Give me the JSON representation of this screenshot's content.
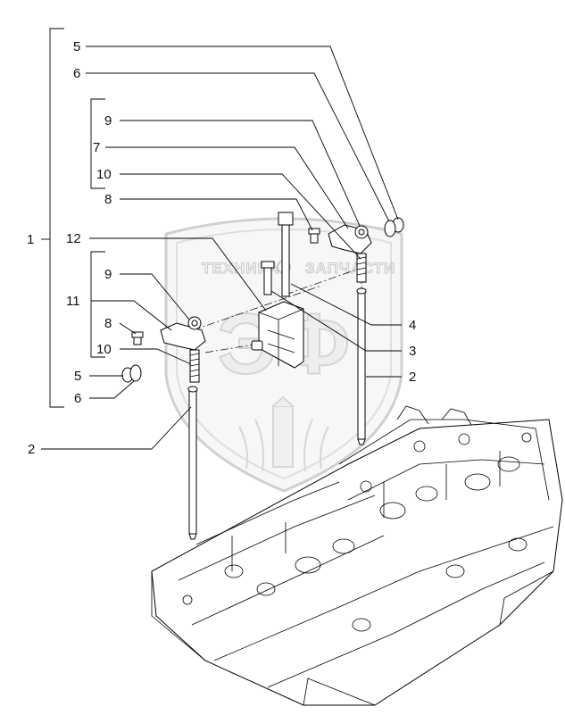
{
  "watermark": {
    "line1": "ТЕХНИКА",
    "line2": "ЗАПЧАСТИ",
    "monogram": "ЭФ"
  },
  "callouts": [
    {
      "id": "c-1-assembly",
      "text": "1"
    },
    {
      "id": "c-5-top",
      "text": "5"
    },
    {
      "id": "c-6-top",
      "text": "6"
    },
    {
      "id": "c-9-top",
      "text": "9"
    },
    {
      "id": "c-7-top",
      "text": "7"
    },
    {
      "id": "c-10-top",
      "text": "10"
    },
    {
      "id": "c-8-top",
      "text": "8"
    },
    {
      "id": "c-12",
      "text": "12"
    },
    {
      "id": "c-9-mid",
      "text": "9"
    },
    {
      "id": "c-11",
      "text": "11"
    },
    {
      "id": "c-8-mid",
      "text": "8"
    },
    {
      "id": "c-10-mid",
      "text": "10"
    },
    {
      "id": "c-5-mid",
      "text": "5"
    },
    {
      "id": "c-6-mid",
      "text": "6"
    },
    {
      "id": "c-2-left",
      "text": "2"
    },
    {
      "id": "c-4",
      "text": "4"
    },
    {
      "id": "c-3",
      "text": "3"
    },
    {
      "id": "c-2-right",
      "text": "2"
    }
  ]
}
